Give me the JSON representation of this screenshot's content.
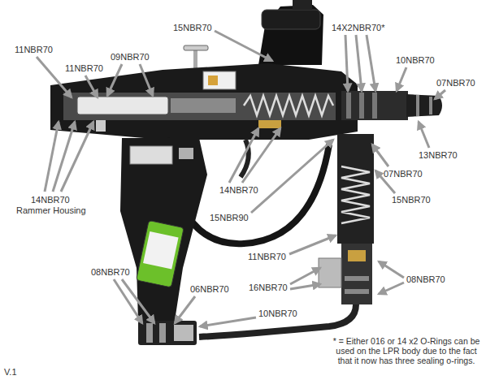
{
  "diagram": {
    "labels": [
      "11NBR70",
      "11NBR70",
      "09NBR70",
      "15NBR70",
      "14X2NBR70*",
      "10NBR70",
      "07NBR70",
      "14NBR70",
      "13NBR70",
      "07NBR70",
      "15NBR90",
      "15NBR70",
      "14NBR70",
      "Rammer Housing",
      "11NBR70",
      "16NBR70",
      "08NBR70",
      "08NBR70",
      "06NBR70",
      "10NBR70",
      "* = Either 016 or 14 x2 O-Rings can be used on the LPR body due to the fact that it now has three sealing o-rings.",
      "V.1"
    ]
  }
}
